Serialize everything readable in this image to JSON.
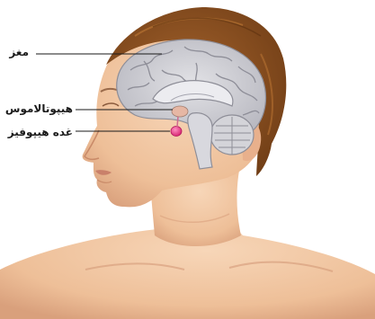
{
  "labels": {
    "brain": "مغز",
    "hypothalamus": "هیپوتالاموس",
    "pituitary": "غده هیپوفیز"
  },
  "colors": {
    "skin": "#f2c9a6",
    "skin_shadow": "#d89c78",
    "hair": "#8a4e1f",
    "brain": "#cfcfd4",
    "brain_fold": "#9c9ca6",
    "pituitary": "#e0307a",
    "leader_line": "#1a1a1a"
  }
}
